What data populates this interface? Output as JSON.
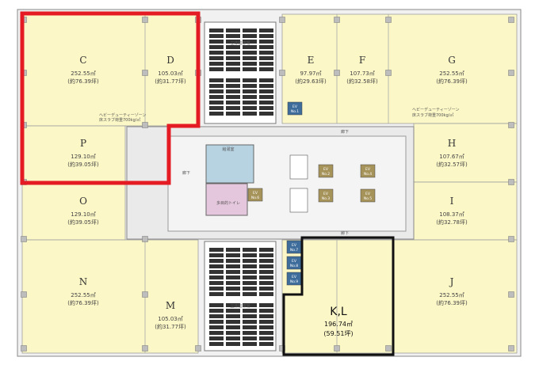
{
  "units": [
    {
      "id": "C",
      "area": "252.55㎡",
      "tsubo": "(約76.39坪)"
    },
    {
      "id": "D",
      "area": "105.03㎡",
      "tsubo": "(約31.77坪)"
    },
    {
      "id": "E",
      "area": "97.97㎡",
      "tsubo": "(約29.63坪)"
    },
    {
      "id": "F",
      "area": "107.73㎡",
      "tsubo": "(約32.58坪)"
    },
    {
      "id": "G",
      "area": "252.55㎡",
      "tsubo": "(約76.39坪)"
    },
    {
      "id": "P",
      "area": "129.10㎡",
      "tsubo": "(約39.05坪)"
    },
    {
      "id": "H",
      "area": "107.67㎡",
      "tsubo": "(約32.57坪)"
    },
    {
      "id": "O",
      "area": "129.10㎡",
      "tsubo": "(約39.05坪)"
    },
    {
      "id": "I",
      "area": "108.37㎡",
      "tsubo": "(約32.78坪)"
    },
    {
      "id": "N",
      "area": "252.55㎡",
      "tsubo": "(約76.39坪)"
    },
    {
      "id": "M",
      "area": "105.03㎡",
      "tsubo": "(約31.77坪)"
    },
    {
      "id": "J",
      "area": "252.55㎡",
      "tsubo": "(約76.39坪)"
    }
  ],
  "highlight": {
    "id": "K,L",
    "area": "196.74㎡",
    "tsubo": "(59.51坪)"
  },
  "heavy_duty": {
    "line1": "ヘビーデューティーゾーン",
    "line2": "床スラブ荷重700kg/㎡"
  },
  "labels": {
    "parking": "立体駐車場",
    "corridor": "廊下",
    "toilet": "多目的トイレ",
    "kitchen": "給湯室",
    "ev": "EV"
  },
  "elevators": [
    "No.1",
    "No.2",
    "No.3",
    "No.4",
    "No.5",
    "No.6",
    "No.7",
    "No.8",
    "No.9"
  ],
  "colors": {
    "tenant": "#fbf7c6",
    "core": "#eeeeee",
    "red_outline": "#e51b24",
    "black_outline": "#111111",
    "ev": "#a6935a",
    "ev_blue": "#3f6d9b",
    "blue_room": "#b7d3e2",
    "pink_room": "#e5c7dd"
  }
}
